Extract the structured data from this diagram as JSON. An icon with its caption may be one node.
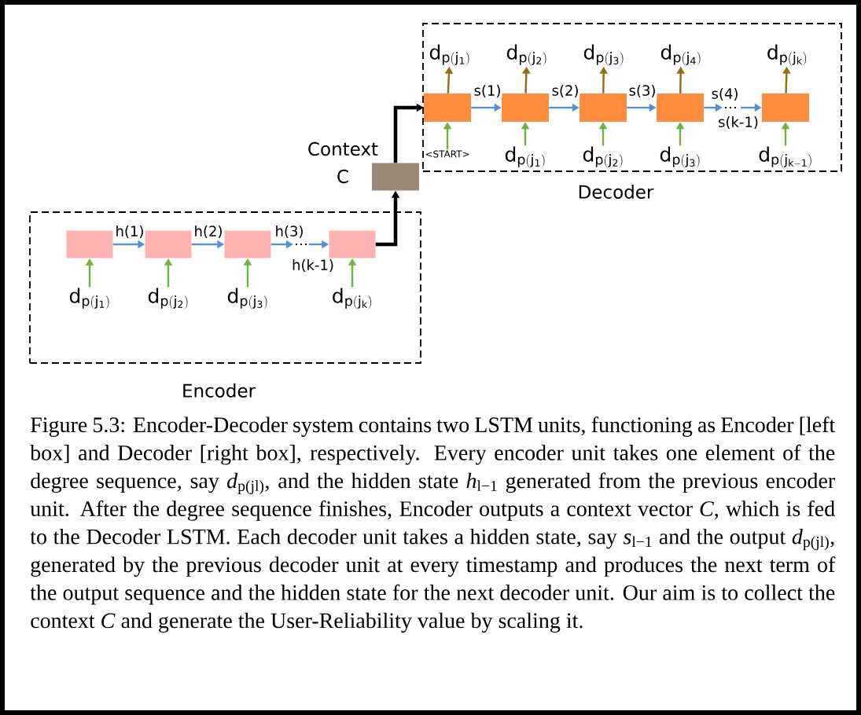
{
  "diagram": {
    "caption": "Figure 5.3: Encoder-Decoder system contains two LSTM units, functioning as Encoder [left box] and Decoder [right box], respectively. Every encoder unit takes one element of the degree sequence, say *d*$_{p(jl)}$, and the hidden state *h*$_{l−1}$ generated from the previous encoder unit. After the degree sequence finishes, Encoder outputs a context vector *C*, which is fed to the Decoder LSTM. Each decoder unit takes a hidden state, say *s*$_{l−1}$ and the output *d*$_{p(jl)}$, generated by the previous decoder unit at every timestamp and produces the next term of the output sequence and the hidden state for the next decoder unit. Our aim is to collect the context *C* and generate the User-Reliability value by scaling it.",
    "nodes": [
      {
        "text": [
          "Encoder"
        ]
      },
      {
        "text": [],
        "shape": "box",
        "in": 0
      },
      {
        "text": [],
        "shape": "box",
        "in": 0
      },
      {
        "text": [],
        "shape": "box",
        "in": 0
      },
      {
        "text": [],
        "shape": "box",
        "in": 0
      },
      {
        "text": [
          "\\mathsf{d_{p(j_{1})}}"
        ],
        "in": 0
      },
      {
        "text": [
          "\\mathsf{d_{p(j_{2})}}"
        ],
        "in": 0
      },
      {
        "text": [
          "\\mathsf{d_{p(j_{3})}}"
        ],
        "in": 0
      },
      {
        "text": [
          "\\mathsf{d_{p(j_{k})}}"
        ],
        "in": 0
      },
      {
        "text": [],
        "shape": "box",
        "beside": [
          "Context C"
        ]
      },
      {
        "text": [
          "Decoder"
        ]
      },
      {
        "text": [],
        "shape": "box",
        "in": 10
      },
      {
        "text": [],
        "shape": "box",
        "in": 10
      },
      {
        "text": [],
        "shape": "box",
        "in": 10
      },
      {
        "text": [],
        "shape": "box",
        "in": 10
      },
      {
        "text": [],
        "shape": "box",
        "in": 10
      },
      {
        "text": [
          "<START>"
        ],
        "in": 10
      },
      {
        "text": [
          "\\mathsf{d_{p(j_{1})}}"
        ],
        "in": 10
      },
      {
        "text": [
          "\\mathsf{d_{p(j_{2})}}"
        ],
        "in": 10
      },
      {
        "text": [
          "\\mathsf{d_{p(j_{3})}}"
        ],
        "in": 10
      },
      {
        "text": [
          "\\mathsf{d_{p(j_{k-1})}}"
        ],
        "in": 10
      },
      {
        "text": [
          "\\mathsf{d_{p(j_{1})}}"
        ],
        "in": 10
      },
      {
        "text": [
          "\\mathsf{d_{p(j_{2})}}"
        ],
        "in": 10
      },
      {
        "text": [
          "\\mathsf{d_{p(j_{3})}}"
        ],
        "in": 10
      },
      {
        "text": [
          "\\mathsf{d_{p(j_{4})}}"
        ],
        "in": 10
      },
      {
        "text": [
          "\\mathsf{d_{p(j_{k})}}"
        ],
        "in": 10
      }
    ],
    "edges": [
      {
        "from": 5,
        "to": 1,
        "arrow": "to",
        "color": "#6db33f"
      },
      {
        "from": 6,
        "to": 2,
        "arrow": "to",
        "color": "#6db33f"
      },
      {
        "from": 7,
        "to": 3,
        "arrow": "to",
        "color": "#6db33f"
      },
      {
        "from": 8,
        "to": 4,
        "arrow": "to",
        "color": "#6db33f"
      },
      {
        "from": 1,
        "to": 2,
        "arrow": "to",
        "label": "h(1)",
        "color": "#5b8fd0"
      },
      {
        "from": 2,
        "to": 3,
        "arrow": "to",
        "label": "h(2)",
        "color": "#5b8fd0"
      },
      {
        "from": 3,
        "to": null,
        "arrow": "to",
        "label": "h(3)",
        "color": "#5b8fd0"
      },
      {
        "from": null,
        "to": 4,
        "arrow": "to",
        "label": "h(k-1)",
        "color": "#5b8fd0"
      },
      {
        "from": 4,
        "to": 9,
        "arrow": "to",
        "style": "thick",
        "color": "#000000"
      },
      {
        "from": 9,
        "to": 11,
        "arrow": "to",
        "style": "thick",
        "color": "#000000"
      },
      {
        "from": 16,
        "to": 11,
        "arrow": "to",
        "color": "#6db33f"
      },
      {
        "from": 17,
        "to": 12,
        "arrow": "to",
        "color": "#6db33f"
      },
      {
        "from": 18,
        "to": 13,
        "arrow": "to",
        "color": "#6db33f"
      },
      {
        "from": 19,
        "to": 14,
        "arrow": "to",
        "color": "#6db33f"
      },
      {
        "from": 20,
        "to": 15,
        "arrow": "to",
        "color": "#6db33f"
      },
      {
        "from": 11,
        "to": 21,
        "arrow": "to",
        "color": "#9a6a12"
      },
      {
        "from": 12,
        "to": 22,
        "arrow": "to",
        "color": "#9a6a12"
      },
      {
        "from": 13,
        "to": 23,
        "arrow": "to",
        "color": "#9a6a12"
      },
      {
        "from": 14,
        "to": 24,
        "arrow": "to",
        "color": "#9a6a12"
      },
      {
        "from": 15,
        "to": 25,
        "arrow": "to",
        "color": "#9a6a12"
      },
      {
        "from": 11,
        "to": 12,
        "arrow": "to",
        "label": "s(1)",
        "color": "#5b8fd0"
      },
      {
        "from": 12,
        "to": 13,
        "arrow": "to",
        "label": "s(2)",
        "color": "#5b8fd0"
      },
      {
        "from": 13,
        "to": 14,
        "arrow": "to",
        "label": "s(3)",
        "color": "#5b8fd0"
      },
      {
        "from": 14,
        "to": null,
        "arrow": "to",
        "label": "s(4)",
        "color": "#5b8fd0"
      },
      {
        "from": null,
        "to": 15,
        "arrow": "to",
        "label": "s(k-1)",
        "color": "#5b8fd0"
      }
    ]
  }
}
